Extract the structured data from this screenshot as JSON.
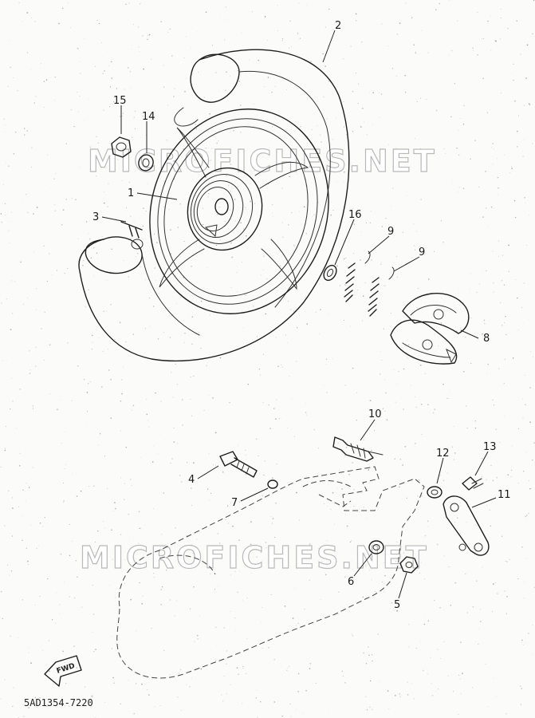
{
  "watermarks": [
    "MICROFICHES.NET",
    "MICROFICHES.NET"
  ],
  "diagram_code": "5AD1354-7220",
  "fwd_label": "FWD",
  "callouts": [
    {
      "id": "2",
      "label": "2"
    },
    {
      "id": "15",
      "label": "15"
    },
    {
      "id": "14",
      "label": "14"
    },
    {
      "id": "1",
      "label": "1"
    },
    {
      "id": "3",
      "label": "3"
    },
    {
      "id": "16",
      "label": "16"
    },
    {
      "id": "9a",
      "label": "9"
    },
    {
      "id": "9b",
      "label": "9"
    },
    {
      "id": "8",
      "label": "8"
    },
    {
      "id": "10",
      "label": "10"
    },
    {
      "id": "4",
      "label": "4"
    },
    {
      "id": "7",
      "label": "7"
    },
    {
      "id": "12",
      "label": "12"
    },
    {
      "id": "13",
      "label": "13"
    },
    {
      "id": "11",
      "label": "11"
    },
    {
      "id": "6",
      "label": "6"
    },
    {
      "id": "5",
      "label": "5"
    }
  ]
}
